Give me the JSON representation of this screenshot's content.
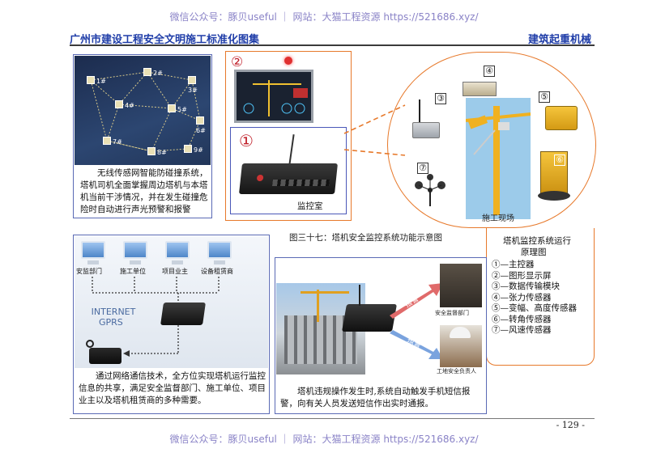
{
  "watermark_top": "微信公众号：豚贝useful ｜ 网站：大猫工程资源 https://521686.xyz/",
  "watermark_bottom": "微信公众号：豚贝useful ｜ 网站：大猫工程资源 https://521686.xyz/",
  "header": {
    "left_title": "广州市建设工程安全文明施工标准化图集",
    "right_title": "建筑起重机械"
  },
  "anticollision": {
    "caption": "无线传感网智能防碰撞系统，塔机司机全面掌握周边塔机与本塔机当前干涉情况，并在发生碰撞危险时自动进行声光预警和报警",
    "node_labels": [
      "1#",
      "2#",
      "3#",
      "4#",
      "5#",
      "6#",
      "7#",
      "8#",
      "9#"
    ]
  },
  "monitor": {
    "marker_1": "①",
    "marker_2": "②",
    "room_label": "监控室"
  },
  "site": {
    "label": "施工现场",
    "markers": [
      "③",
      "④",
      "⑤",
      "⑥",
      "⑦"
    ]
  },
  "figure_caption": "图三十七：塔机安全监控系统功能示意图",
  "legend": {
    "title_line1": "塔机监控系统运行",
    "title_line2": "原理图",
    "items": [
      "①—主控器",
      "②—图形显示屏",
      "③—数据传输模块",
      "④—张力传感器",
      "⑤—变幅、高度传感器",
      "⑥—转角传感器",
      "⑦—风速传感器"
    ]
  },
  "network": {
    "pcs": [
      "安监部门",
      "施工单位",
      "项目业主",
      "设备租赁商"
    ],
    "internet_line1": "INTERNET",
    "internet_line2": "GPRS",
    "caption": "通过网络通信技术，全方位实现塔机运行监控信息的共享，满足安全监督部门、施工单位、项目业主以及塔机租赁商的多种需要。"
  },
  "alarm": {
    "arrow_label_1": "报警",
    "arrow_label_2": "报警",
    "person_1": "安全监督部门",
    "person_2": "工地安全负责人",
    "caption": "塔机违规操作发生时,系统自动触发手机短信报警，向有关人员发送短信作出实时通报。"
  },
  "page_number": "- 129 -",
  "colors": {
    "accent_orange": "#e7792b",
    "accent_blue": "#1f3da8",
    "box_blue": "#4a57b8"
  }
}
